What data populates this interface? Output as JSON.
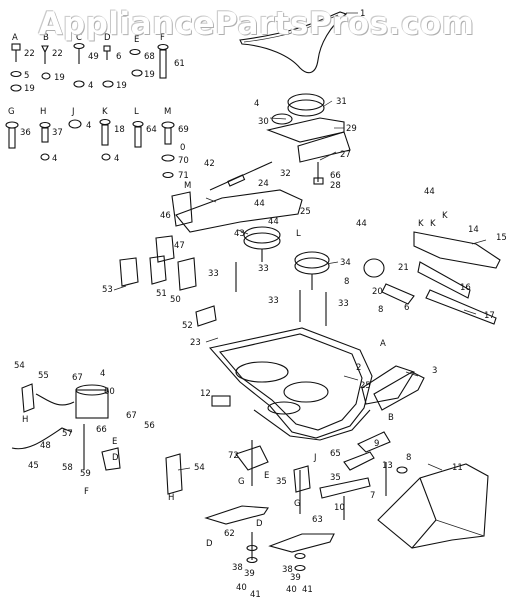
{
  "watermark": "AppliancePartsPros.com",
  "labels": {
    "A": "A",
    "B": "B",
    "C": "C",
    "D": "D",
    "E": "E",
    "F": "F",
    "G": "G",
    "H": "H",
    "J": "J",
    "K": "K",
    "L": "L",
    "M": "M",
    "n1": "1",
    "n2": "2",
    "n3": "3",
    "n4": "4",
    "n5": "5",
    "n6": "6",
    "n7": "7",
    "n8": "8",
    "n9": "9",
    "n10": "10",
    "n11": "11",
    "n12": "12",
    "n13": "13",
    "n14": "14",
    "n15": "15",
    "n16": "16",
    "n17": "17",
    "n18": "18",
    "n19": "19",
    "n20": "20",
    "n21": "21",
    "n22": "22",
    "n23": "23",
    "n24": "24",
    "n25": "25",
    "n27": "27",
    "n28": "28",
    "n29": "29",
    "n30": "30",
    "n31": "31",
    "n32": "32",
    "n33": "33",
    "n34": "34",
    "n35": "35",
    "n36": "36",
    "n37": "37",
    "n38": "38",
    "n39": "39",
    "n40": "40",
    "n41": "41",
    "n42": "42",
    "n43": "43",
    "n44": "44",
    "n45": "45",
    "n46": "46",
    "n47": "47",
    "n48": "48",
    "n49": "49",
    "n50": "50",
    "n51": "51",
    "n52": "52",
    "n53": "53",
    "n54": "54",
    "n55": "55",
    "n56": "56",
    "n57": "57",
    "n58": "58",
    "n59": "59",
    "n60": "60",
    "n61": "61",
    "n62": "62",
    "n63": "63",
    "n64": "64",
    "n65": "65",
    "n66": "66",
    "n67": "67",
    "n68": "68",
    "n69": "69",
    "n70": "70",
    "n71": "71",
    "n72": "72",
    "n0": "0"
  }
}
